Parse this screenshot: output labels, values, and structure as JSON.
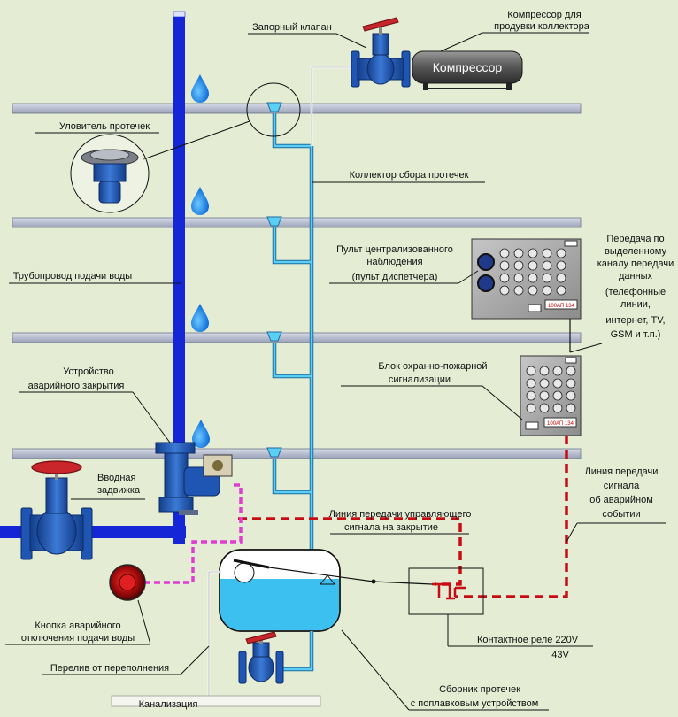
{
  "labels": {
    "shutoff_valve": "Запорный клапан",
    "compressor_caption_1": "Компрессор для",
    "compressor_caption_2": "продувки коллектора",
    "compressor_body": "Компрессор",
    "leak_catcher": "Уловитель протечек",
    "collector": "Коллектор сбора протечек",
    "console_1": "Пульт централизованного",
    "console_2": "наблюдения",
    "console_3": "(пульт диспетчера)",
    "transmission_1": "Передача по",
    "transmission_2": "выделенному",
    "transmission_3": "каналу передачи",
    "transmission_4": "данных",
    "transmission_5": "(телефонные",
    "transmission_6": "линии,",
    "transmission_7": "интернет, TV,",
    "transmission_8": "GSM и т.п.)",
    "water_pipe": "Трубопровод подачи воды",
    "alarm_block_1": "Блок охранно-пожарной",
    "alarm_block_2": "сигнализации",
    "emergency_device_1": "Устройство",
    "emergency_device_2": "аварийного закрытия",
    "inlet_valve_1": "Вводная",
    "inlet_valve_2": "задвижка",
    "signal_line_1": "Линия передачи",
    "signal_line_2": "сигнала",
    "signal_line_3": "об аварийном",
    "signal_line_4": "событии",
    "control_line_1": "Линия передачи управляющего",
    "control_line_2": "сигнала на закрытие",
    "emergency_button_1": "Кнопка аварийного",
    "emergency_button_2": "отключения подачи воды",
    "relay_1": "Контактное реле 220V",
    "relay_2": "43V",
    "overflow": "Перелив от переполнения",
    "sewer": "Канализация",
    "tank_1": "Сборник протечек",
    "tank_2": "с поплавковым устройством",
    "panel_tag_1": "100АП 134",
    "panel_tag_2": "100АП 134"
  },
  "colors": {
    "background": "#e4ecd4",
    "water_pipe": "#1426d6",
    "collector_pipe": "#3ab0d8",
    "valve_blue": "#1f55b3",
    "valve_handle": "#c8262a",
    "signal_red": "#c80c14",
    "button_magenta": "#e03cd2",
    "water": "#3cc0f0",
    "floor_slab": "#b4bccf"
  },
  "icons": [
    "water-drop-icon",
    "valve-icon",
    "compressor-icon",
    "leak-catcher-icon",
    "control-panel-icon",
    "emergency-button-icon",
    "relay-icon",
    "tank-icon",
    "float-icon"
  ]
}
